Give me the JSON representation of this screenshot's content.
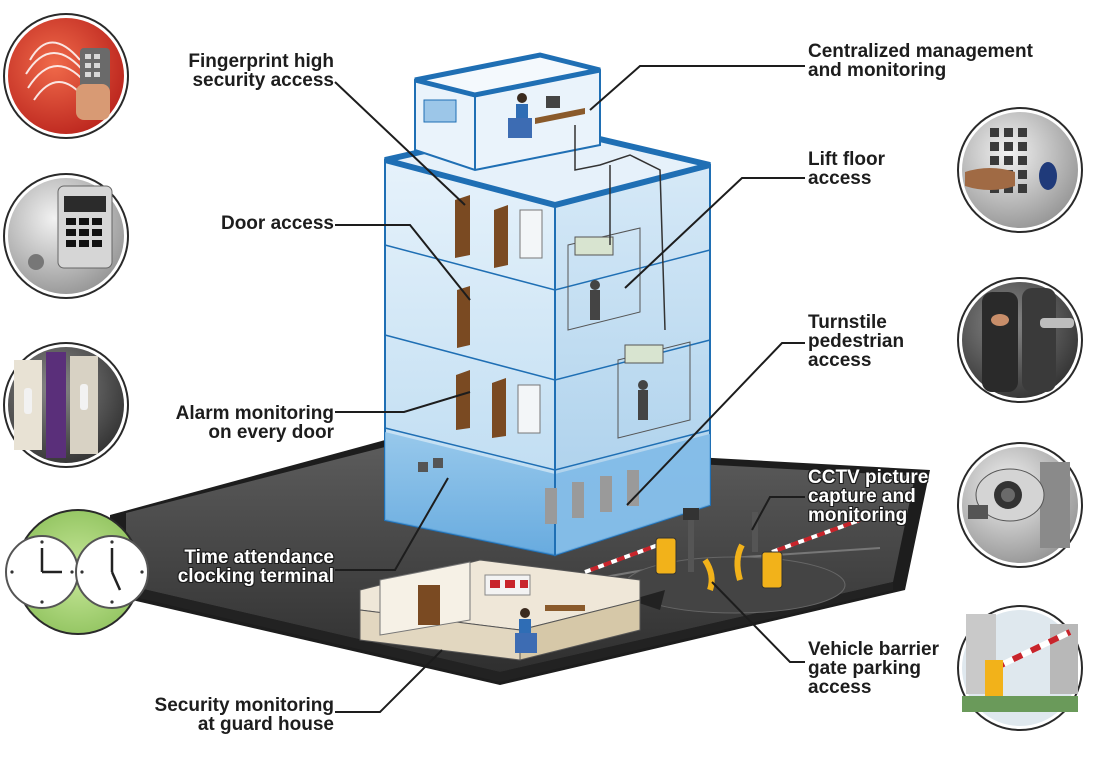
{
  "diagram": {
    "labels": {
      "fingerprint": [
        "Fingerprint high",
        "security access"
      ],
      "centralized": [
        "Centralized management",
        "and monitoring"
      ],
      "door": [
        "Door access"
      ],
      "lift": [
        "Lift floor",
        "access"
      ],
      "alarm": [
        "Alarm monitoring",
        "on every door"
      ],
      "turnstile": [
        "Turnstile",
        "pedestrian",
        "access"
      ],
      "cctv": [
        "CCTV picture",
        "capture and",
        "monitoring"
      ],
      "time": [
        "Time attendance",
        "clocking terminal"
      ],
      "vehicle": [
        "Vehicle barrier",
        "gate parking",
        "access"
      ],
      "guard": [
        "Security monitoring",
        "at guard house"
      ]
    }
  },
  "colors": {
    "building_glass": "#cfe6f6",
    "building_frame": "#1f6fb4",
    "ground": "#3b3b3b",
    "barrier_yellow": "#f2b21a",
    "barrier_red": "#c8242b",
    "callout_line": "#1d1d1d"
  },
  "icons": {
    "fingerprint": "fingerprint-icon",
    "keypad_door": "door-keypad-icon",
    "door_handle": "door-handle-icon",
    "clocks": "clock-icon",
    "lift_keypad": "lift-keypad-icon",
    "turnstile": "turnstile-icon",
    "cctv": "cctv-camera-icon",
    "barrier": "barrier-gate-icon"
  }
}
